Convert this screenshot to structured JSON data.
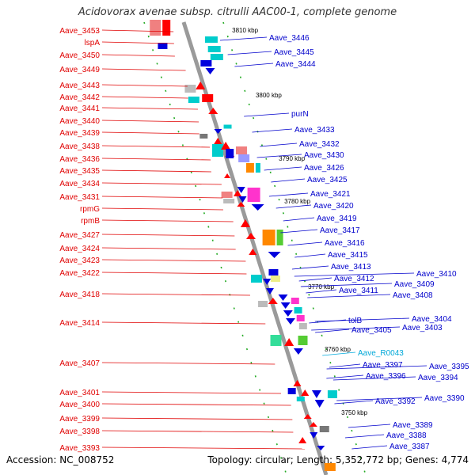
{
  "title": "Acidovorax avenae subsp. citrulli AAC00-1, complete genome",
  "accession": "Accession: NC_008752",
  "topology": "Topology: circular; Length: 5,352,772 bp; Genes: 4,774",
  "colors": {
    "forward": "#ff0000",
    "reverse": "#0000dd",
    "rna": "#00aadd",
    "backbone": "#999999",
    "guide": "#22aa22"
  },
  "scale_ticks": [
    "3810 kbp",
    "3800 kbp",
    "3790 kbp",
    "3780 kbp",
    "3770 kbp",
    "3760 kbp",
    "3750 kbp"
  ],
  "left_labels": [
    "Aave_3453",
    "lspA",
    "Aave_3450",
    "Aave_3449",
    "Aave_3443",
    "Aave_3442",
    "Aave_3441",
    "Aave_3440",
    "Aave_3439",
    "Aave_3438",
    "Aave_3436",
    "Aave_3435",
    "Aave_3434",
    "Aave_3431",
    "rpmG",
    "rpmB",
    "Aave_3427",
    "Aave_3424",
    "Aave_3423",
    "Aave_3422",
    "Aave_3418",
    "Aave_3414",
    "Aave_3407",
    "Aave_3401",
    "Aave_3400",
    "Aave_3399",
    "Aave_3398",
    "Aave_3393"
  ],
  "right_labels": [
    "Aave_3446",
    "Aave_3445",
    "Aave_3444",
    "purN",
    "Aave_3433",
    "Aave_3432",
    "Aave_3430",
    "Aave_3426",
    "Aave_3425",
    "Aave_3421",
    "Aave_3420",
    "Aave_3419",
    "Aave_3417",
    "Aave_3416",
    "Aave_3415",
    "Aave_3413",
    "Aave_3412",
    "Aave_3411",
    "Aave_3410",
    "Aave_3409",
    "Aave_3408",
    "tolB",
    "Aave_3405",
    "Aave_3404",
    "Aave_3403",
    "Aave_R0043",
    "Aave_3397",
    "Aave_3396",
    "Aave_3395",
    "Aave_3394",
    "Aave_3392",
    "Aave_3390",
    "Aave_3389",
    "Aave_3388",
    "Aave_3387"
  ]
}
